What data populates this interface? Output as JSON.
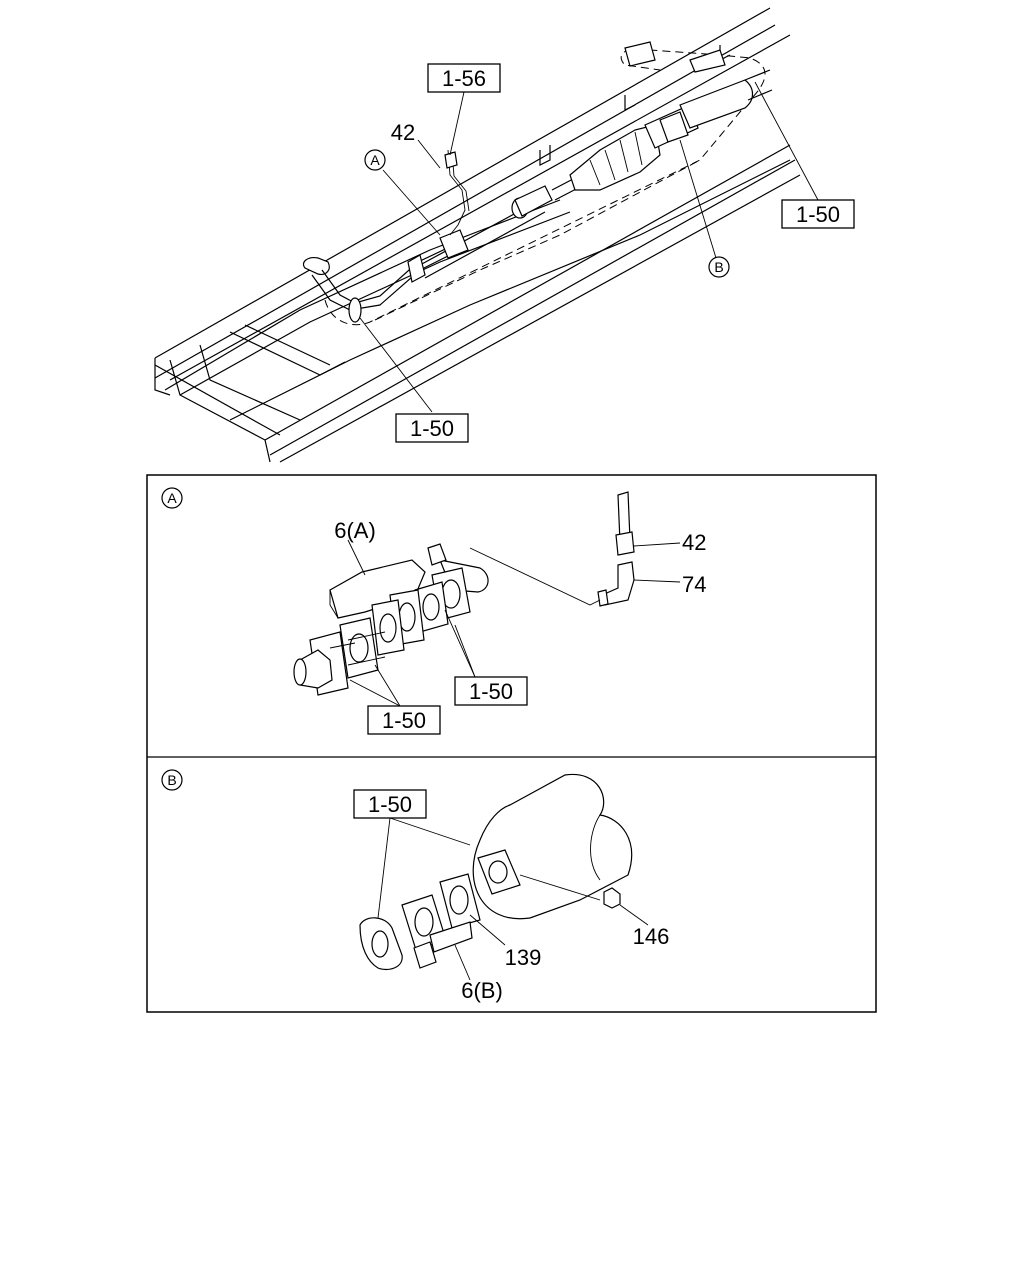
{
  "overview": {
    "ref_1_56": "1-56",
    "ref_1_50_right": "1-50",
    "ref_1_50_bottom": "1-50",
    "part_42": "42",
    "callout_a": "A",
    "callout_b": "B"
  },
  "detail_a": {
    "callout": "A",
    "part_6a": "6(A)",
    "part_42": "42",
    "part_74": "74",
    "ref_1_50_right": "1-50",
    "ref_1_50_left": "1-50"
  },
  "detail_b": {
    "callout": "B",
    "ref_1_50": "1-50",
    "part_139": "139",
    "part_146": "146",
    "part_6b": "6(B)"
  }
}
